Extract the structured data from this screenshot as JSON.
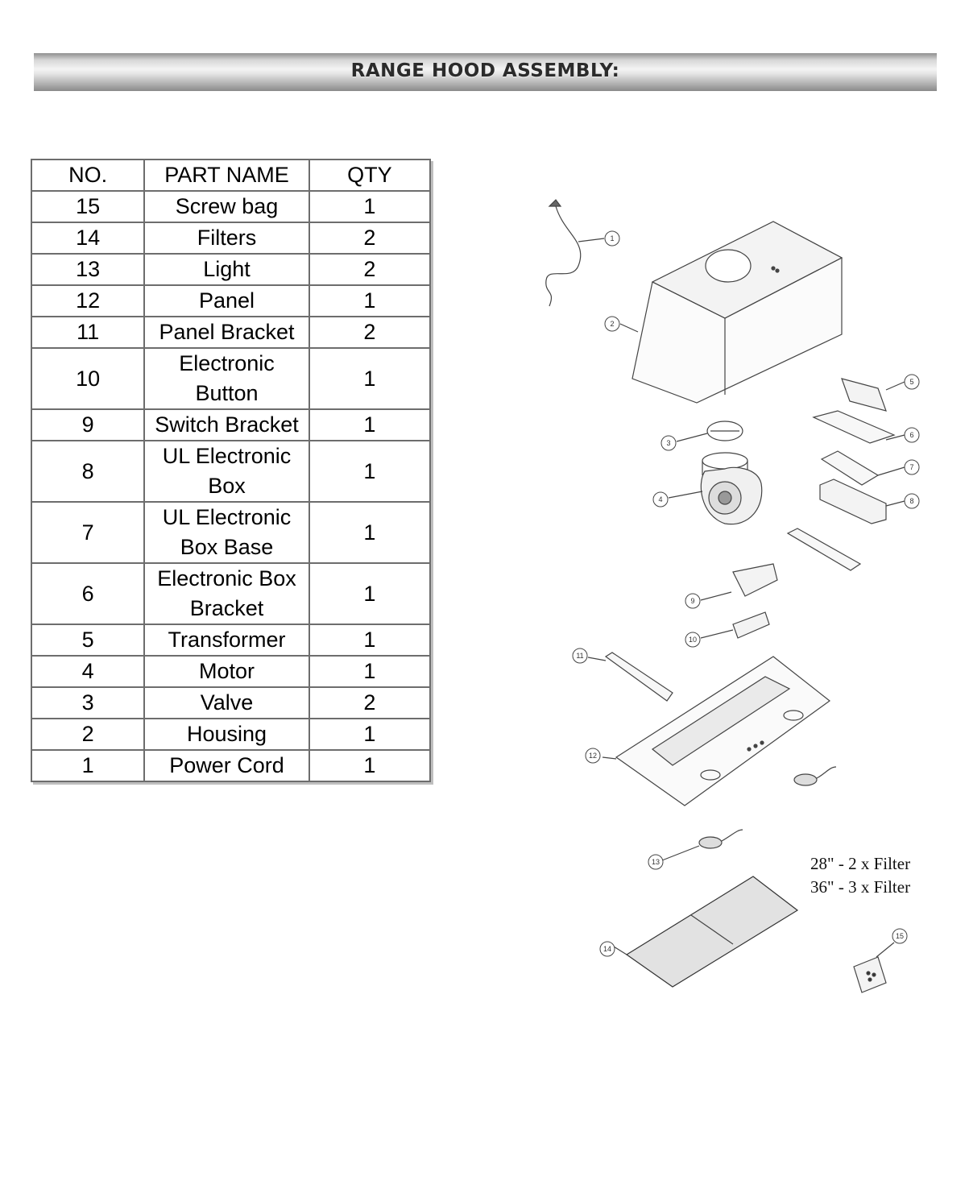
{
  "header": {
    "title": "RANGE HOOD ASSEMBLY:"
  },
  "table": {
    "columns": [
      "NO.",
      "PART NAME",
      "QTY"
    ],
    "rows": [
      {
        "no": "15",
        "name": "Screw bag",
        "qty": "1"
      },
      {
        "no": "14",
        "name": "Filters",
        "qty": "2"
      },
      {
        "no": "13",
        "name": "Light",
        "qty": "2"
      },
      {
        "no": "12",
        "name": "Panel",
        "qty": "1"
      },
      {
        "no": "11",
        "name": "Panel Bracket",
        "qty": "2"
      },
      {
        "no": "10",
        "name": "Electronic Button",
        "qty": "1"
      },
      {
        "no": "9",
        "name": "Switch Bracket",
        "qty": "1"
      },
      {
        "no": "8",
        "name": "UL Electronic Box",
        "qty": "1"
      },
      {
        "no": "7",
        "name": "UL Electronic Box Base",
        "qty": "1"
      },
      {
        "no": "6",
        "name": "Electronic Box Bracket",
        "qty": "1"
      },
      {
        "no": "5",
        "name": "Transformer",
        "qty": "1"
      },
      {
        "no": "4",
        "name": "Motor",
        "qty": "1"
      },
      {
        "no": "3",
        "name": "Valve",
        "qty": "2"
      },
      {
        "no": "2",
        "name": "Housing",
        "qty": "1"
      },
      {
        "no": "1",
        "name": "Power Cord",
        "qty": "1"
      }
    ]
  },
  "diagram": {
    "callouts": [
      "1",
      "2",
      "3",
      "4",
      "5",
      "6",
      "7",
      "8",
      "9",
      "10",
      "11",
      "12",
      "13",
      "14",
      "15"
    ],
    "filter_note": [
      "28\" - 2 x Filter",
      "36\" - 3 x Filter"
    ]
  }
}
